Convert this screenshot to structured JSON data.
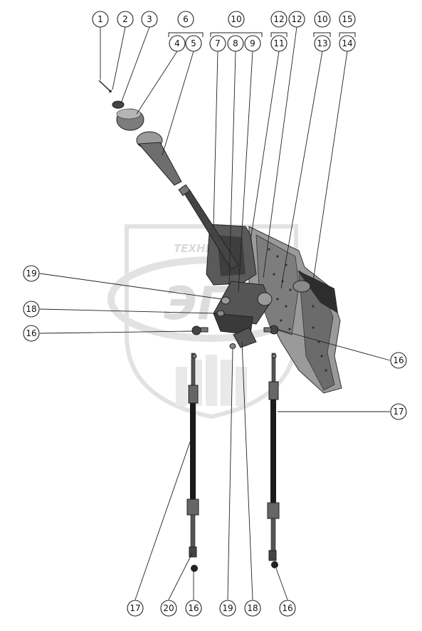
{
  "watermark": {
    "text": "ТЕХНИКА",
    "logo_letters": "ЭП"
  },
  "callouts": [
    {
      "id": "c1",
      "label": "1"
    },
    {
      "id": "c2",
      "label": "2"
    },
    {
      "id": "c3",
      "label": "3"
    },
    {
      "id": "c6",
      "label": "6"
    },
    {
      "id": "c4",
      "label": "4"
    },
    {
      "id": "c5",
      "label": "5"
    },
    {
      "id": "c10a",
      "label": "10"
    },
    {
      "id": "c7",
      "label": "7"
    },
    {
      "id": "c8",
      "label": "8"
    },
    {
      "id": "c9",
      "label": "9"
    },
    {
      "id": "c12a",
      "label": "12"
    },
    {
      "id": "c11",
      "label": "11"
    },
    {
      "id": "c12b",
      "label": "12"
    },
    {
      "id": "c10b",
      "label": "10"
    },
    {
      "id": "c13",
      "label": "13"
    },
    {
      "id": "c15",
      "label": "15"
    },
    {
      "id": "c14",
      "label": "14"
    },
    {
      "id": "c19a",
      "label": "19"
    },
    {
      "id": "c18a",
      "label": "18"
    },
    {
      "id": "c16a",
      "label": "16"
    },
    {
      "id": "c16b",
      "label": "16"
    },
    {
      "id": "c17a",
      "label": "17"
    },
    {
      "id": "c17b",
      "label": "17"
    },
    {
      "id": "c20",
      "label": "20"
    },
    {
      "id": "c16c",
      "label": "16"
    },
    {
      "id": "c19b",
      "label": "19"
    },
    {
      "id": "c18b",
      "label": "18"
    },
    {
      "id": "c16d",
      "label": "16"
    }
  ]
}
